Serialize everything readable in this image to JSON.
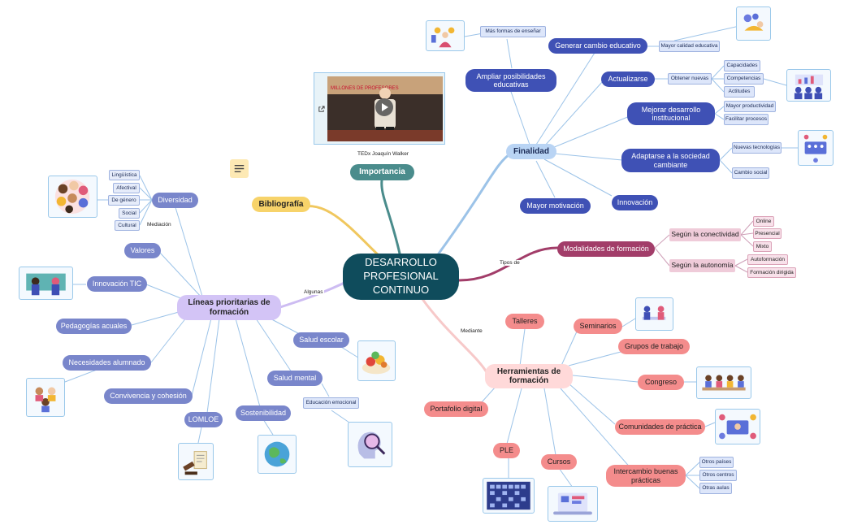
{
  "center": "DESARROLLO PROFESIONAL CONTINUO",
  "importancia": {
    "label": "Importancia",
    "video": {
      "banner": "MILLONES DE PROFESORES",
      "caption": "TEDx  Joaquín Walker"
    }
  },
  "bibliografia": {
    "label": "Bibliografía"
  },
  "finalidad": {
    "label": "Finalidad",
    "ampliar": {
      "label": "Ampliar posibilidades educativas",
      "child": "Más formas de enseñar"
    },
    "generar": {
      "label": "Generar cambio educativo",
      "child": "Mayor calidad educativa"
    },
    "actualizarse": {
      "label": "Actualizarse",
      "child": "Obtener nuevas",
      "items": [
        "Capacidades",
        "Competencias",
        "Actitudes"
      ]
    },
    "mejorar": {
      "label": "Mejorar desarrollo institucional",
      "items": [
        "Mayor productividad",
        "Facilitar procesos"
      ]
    },
    "adaptarse": {
      "label": "Adaptarse a la sociedad cambiante",
      "items": [
        "Nuevas tecnologías",
        "Cambio social"
      ]
    },
    "innovacion": "Innovación",
    "motivacion": "Mayor motivación"
  },
  "modalidades": {
    "edge_label": "Tipos de",
    "label": "Modalidades de formación",
    "conectividad": {
      "label": "Según la conectividad",
      "items": [
        "Online",
        "Presencial",
        "Mixto"
      ]
    },
    "autonomia": {
      "label": "Según la autonomía",
      "items": [
        "Autoformación",
        "Formación dirigida"
      ]
    }
  },
  "herramientas": {
    "edge_label": "Mediante",
    "label": "Herramientas de formación",
    "items": {
      "talleres": "Talleres",
      "seminarios": "Seminarios",
      "grupos": "Grupos de trabajo",
      "congreso": "Congreso",
      "comunidades": "Comunidades de práctica",
      "intercambio": "Intercambio buenas prácticas",
      "cursos": "Cursos",
      "ple": "PLE",
      "portafolio": "Portafolio digital"
    },
    "intercambio_items": [
      "Otros países",
      "Otros centros",
      "Otras aulas"
    ]
  },
  "lineas": {
    "edge_label": "Algunas",
    "label": "Líneas prioritarias de formación",
    "diversidad": {
      "label": "Diversidad",
      "items": [
        "Lingüística",
        "Afectival",
        "De género",
        "Social",
        "Cultural"
      ],
      "mediacion": "Mediación"
    },
    "valores": "Valores",
    "innovacion_tic": "Innovación TIC",
    "pedagogias": "Pedagogías acuales",
    "necesidades": "Necesidades alumnado",
    "convivencia": "Convivencia y cohesión",
    "lomloe": "LOMLOE",
    "sostenibilidad": "Sostenibilidad",
    "salud_mental": {
      "label": "Salud mental",
      "child": "Educación emocional"
    },
    "salud_escolar": "Salud escolar"
  },
  "colors": {
    "center": "#0f4c5c",
    "finalidad": "#b9d4f4",
    "importancia": "#4a8c8c",
    "bibliografia": "#f7d36a",
    "modalidades": "#a23d69",
    "herramientas": "#ffd9d9",
    "lineas": "#d3c4f6",
    "blue_node": "#3f51b5",
    "purple_node": "#7986cb",
    "red_node": "#f48c8c"
  },
  "icons": [
    "video-play-icon",
    "external-link-icon",
    "note-icon",
    "teacher-illustration-icon",
    "gears-illustration-icon",
    "team-chart-illustration-icon",
    "social-network-illustration-icon",
    "meeting-illustration-icon",
    "conference-illustration-icon",
    "online-community-illustration-icon",
    "laptop-illustration-icon",
    "ple-grid-illustration-icon",
    "diverse-faces-illustration-icon",
    "tic-people-illustration-icon",
    "children-illustration-icon",
    "law-gavel-illustration-icon",
    "globe-illustration-icon",
    "brain-magnifier-illustration-icon",
    "healthy-food-illustration-icon"
  ]
}
